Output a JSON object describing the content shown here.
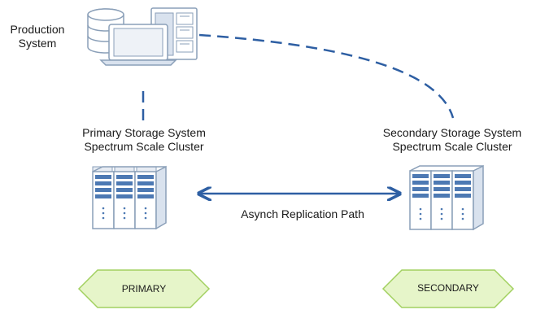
{
  "production": {
    "line1": "Production",
    "line2": "System"
  },
  "primary": {
    "line1": "Primary Storage System",
    "line2": "Spectrum Scale Cluster",
    "tag": "PRIMARY"
  },
  "secondary": {
    "line1": "Secondary Storage System",
    "line2": "Spectrum Scale Cluster",
    "tag": "SECONDARY"
  },
  "replication": {
    "label": "Asynch Replication Path"
  },
  "colors": {
    "link": "#2e5fa3",
    "device_fill": "#ffffff",
    "device_stroke": "#8a9fb8",
    "device_panel": "#d9e2ee",
    "drive": "#4d79b3",
    "tag_fill": "#e6f5c9",
    "tag_stroke": "#a2d060"
  }
}
